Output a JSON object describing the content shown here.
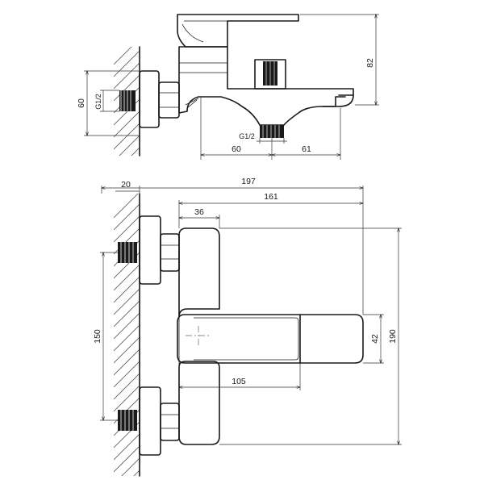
{
  "side_view": {
    "dim_height_handle": "82",
    "dim_inlet_height": "60",
    "dim_inlet_thread": "G1/2",
    "dim_outlet_thread": "G1/2",
    "dim_left_offset": "60",
    "dim_right_offset": "61"
  },
  "front_view": {
    "dim_total_depth": "197",
    "dim_wall_offset": "20",
    "dim_body_depth": "161",
    "dim_body_width": "36",
    "dim_center_distance": "150",
    "dim_handle_height": "42",
    "dim_total_height": "190",
    "dim_spout_length": "105"
  }
}
